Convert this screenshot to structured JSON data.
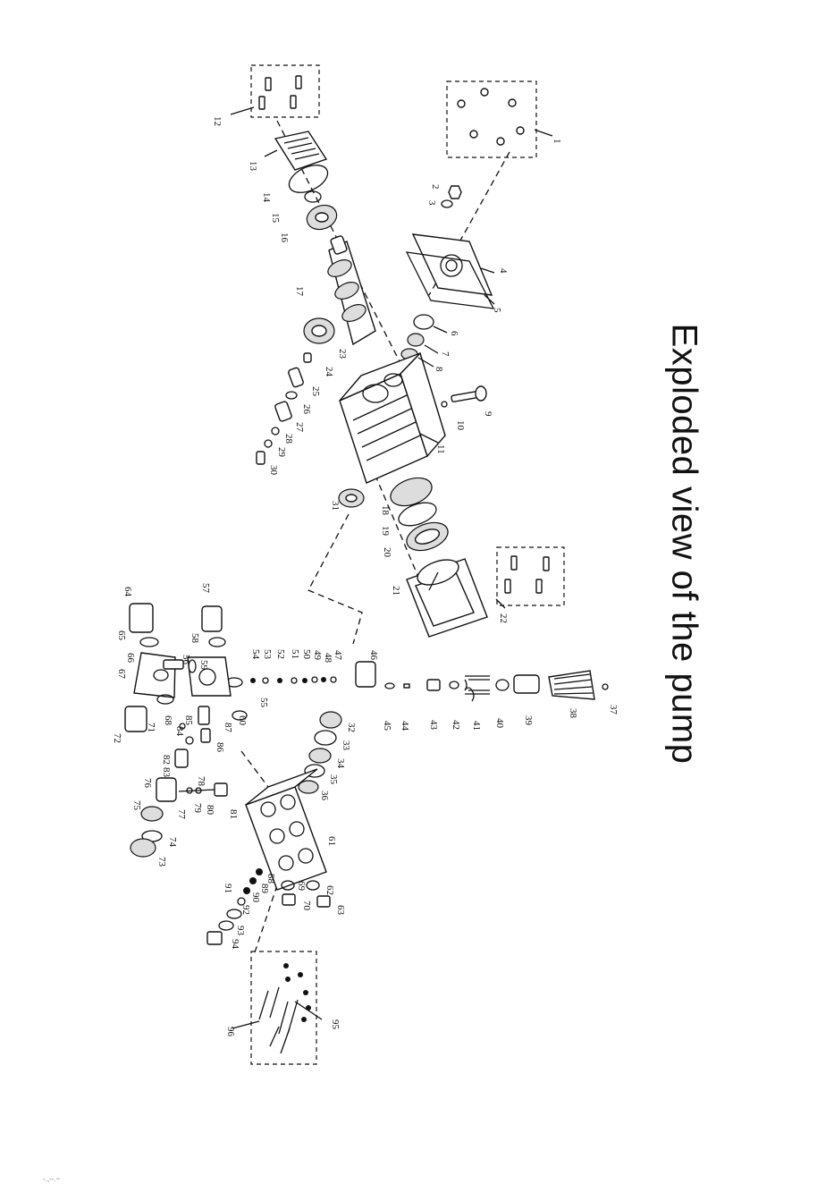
{
  "title": "Exploded view of the pump",
  "footer_mark": "-.,--.~",
  "parts": [
    {
      "id": "1",
      "label": "1"
    },
    {
      "id": "2",
      "label": "2"
    },
    {
      "id": "3",
      "label": "3"
    },
    {
      "id": "4",
      "label": "4"
    },
    {
      "id": "5",
      "label": "5"
    },
    {
      "id": "6",
      "label": "6"
    },
    {
      "id": "7",
      "label": "7"
    },
    {
      "id": "8",
      "label": "8"
    },
    {
      "id": "9",
      "label": "9"
    },
    {
      "id": "10",
      "label": "10"
    },
    {
      "id": "11",
      "label": "11"
    },
    {
      "id": "12",
      "label": "12"
    },
    {
      "id": "13",
      "label": "13"
    },
    {
      "id": "14",
      "label": "14"
    },
    {
      "id": "15",
      "label": "15"
    },
    {
      "id": "16",
      "label": "16"
    },
    {
      "id": "17",
      "label": "17"
    },
    {
      "id": "18",
      "label": "18"
    },
    {
      "id": "19",
      "label": "19"
    },
    {
      "id": "20",
      "label": "20"
    },
    {
      "id": "21",
      "label": "21"
    },
    {
      "id": "22",
      "label": "22"
    },
    {
      "id": "23",
      "label": "23"
    },
    {
      "id": "24",
      "label": "24"
    },
    {
      "id": "25",
      "label": "25"
    },
    {
      "id": "26",
      "label": "26"
    },
    {
      "id": "27",
      "label": "27"
    },
    {
      "id": "28",
      "label": "28"
    },
    {
      "id": "29",
      "label": "29"
    },
    {
      "id": "30",
      "label": "30"
    },
    {
      "id": "31",
      "label": "31"
    },
    {
      "id": "32",
      "label": "32"
    },
    {
      "id": "33",
      "label": "33"
    },
    {
      "id": "34",
      "label": "34"
    },
    {
      "id": "35",
      "label": "35"
    },
    {
      "id": "36",
      "label": "36"
    },
    {
      "id": "37",
      "label": "37"
    },
    {
      "id": "38",
      "label": "38"
    },
    {
      "id": "39",
      "label": "39"
    },
    {
      "id": "40",
      "label": "40"
    },
    {
      "id": "41",
      "label": "41"
    },
    {
      "id": "42",
      "label": "42"
    },
    {
      "id": "43",
      "label": "43"
    },
    {
      "id": "44",
      "label": "44"
    },
    {
      "id": "45",
      "label": "45"
    },
    {
      "id": "46",
      "label": "46"
    },
    {
      "id": "47",
      "label": "47"
    },
    {
      "id": "48",
      "label": "48"
    },
    {
      "id": "49",
      "label": "49"
    },
    {
      "id": "50",
      "label": "50"
    },
    {
      "id": "51",
      "label": "51"
    },
    {
      "id": "52",
      "label": "52"
    },
    {
      "id": "53",
      "label": "53"
    },
    {
      "id": "54",
      "label": "54"
    },
    {
      "id": "55",
      "label": "55"
    },
    {
      "id": "56",
      "label": "56"
    },
    {
      "id": "57",
      "label": "57"
    },
    {
      "id": "58",
      "label": "58"
    },
    {
      "id": "59",
      "label": "59"
    },
    {
      "id": "60",
      "label": "60"
    },
    {
      "id": "61",
      "label": "61"
    },
    {
      "id": "62",
      "label": "62"
    },
    {
      "id": "63",
      "label": "63"
    },
    {
      "id": "64",
      "label": "64"
    },
    {
      "id": "65",
      "label": "65"
    },
    {
      "id": "66",
      "label": "66"
    },
    {
      "id": "67",
      "label": "67"
    },
    {
      "id": "68",
      "label": "68"
    },
    {
      "id": "69",
      "label": "69"
    },
    {
      "id": "70",
      "label": "70"
    },
    {
      "id": "71",
      "label": "71"
    },
    {
      "id": "72",
      "label": "72"
    },
    {
      "id": "73",
      "label": "73"
    },
    {
      "id": "74",
      "label": "74"
    },
    {
      "id": "75",
      "label": "75"
    },
    {
      "id": "76",
      "label": "76"
    },
    {
      "id": "77",
      "label": "77"
    },
    {
      "id": "78",
      "label": "78"
    },
    {
      "id": "79",
      "label": "79"
    },
    {
      "id": "80",
      "label": "80"
    },
    {
      "id": "81",
      "label": "81"
    },
    {
      "id": "82",
      "label": "82"
    },
    {
      "id": "83",
      "label": "83"
    },
    {
      "id": "84",
      "label": "84"
    },
    {
      "id": "85",
      "label": "85"
    },
    {
      "id": "86",
      "label": "86"
    },
    {
      "id": "87",
      "label": "87"
    },
    {
      "id": "88",
      "label": "88"
    },
    {
      "id": "89",
      "label": "89"
    },
    {
      "id": "90",
      "label": "90"
    },
    {
      "id": "91",
      "label": "91"
    },
    {
      "id": "92",
      "label": "92"
    },
    {
      "id": "93",
      "label": "93"
    },
    {
      "id": "94",
      "label": "94"
    },
    {
      "id": "95",
      "label": "95"
    },
    {
      "id": "96",
      "label": "96"
    }
  ]
}
